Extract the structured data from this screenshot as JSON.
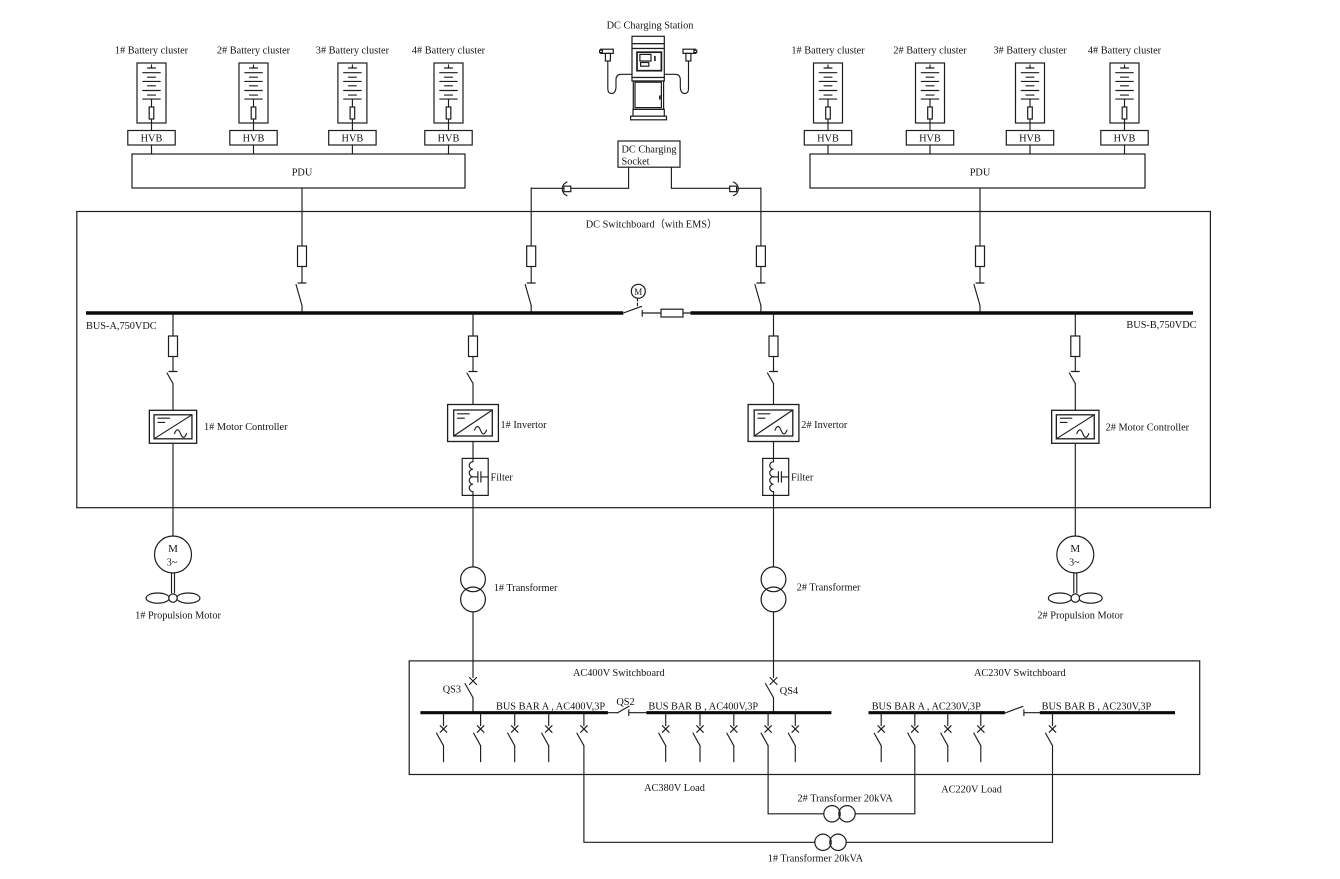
{
  "charging_station": {
    "title": "DC Charging Station"
  },
  "charging_socket": {
    "line1": "DC Charging",
    "line2": "Socket"
  },
  "battery_groups": {
    "hvb_label": "HVB",
    "left": {
      "clusters": [
        "1# Battery cluster",
        "2# Battery cluster",
        "3# Battery cluster",
        "4# Battery cluster"
      ],
      "pdu_label": "PDU"
    },
    "right": {
      "clusters": [
        "1# Battery cluster",
        "2# Battery cluster",
        "3# Battery cluster",
        "4# Battery cluster"
      ],
      "pdu_label": "PDU"
    }
  },
  "dc_switchboard": {
    "title": "DC Switchboard（with EMS）",
    "bus_a_label": "BUS-A,750VDC",
    "bus_b_label": "BUS-B,750VDC",
    "bus_tie_motor_symbol": "M",
    "devices": {
      "motor_controller_1": "1# Motor Controller",
      "invertor_1": "1# Invertor",
      "invertor_2": "2# Invertor",
      "motor_controller_2": "2# Motor Controller",
      "filter": "Filter"
    }
  },
  "propulsion": {
    "motor_symbol_line1": "M",
    "motor_symbol_line2": "3~",
    "motor_1_label": "1# Propulsion Motor",
    "motor_2_label": "2# Propulsion Motor"
  },
  "transformers": {
    "transformer_1": "1# Transformer",
    "transformer_2": "2# Transformer"
  },
  "ac_switchboard": {
    "ac400_title": "AC400V Switchboard",
    "ac230_title": "AC230V Switchboard",
    "qs3_label": "QS3",
    "qs4_label": "QS4",
    "qs2_label": "QS2",
    "busbar_a_400": "BUS BAR A , AC400V,3P",
    "busbar_b_400": "BUS BAR B , AC400V,3P",
    "busbar_a_230": "BUS BAR A , AC230V,3P",
    "busbar_b_230": "BUS BAR B , AC230V,3P",
    "load_380": "AC380V Load",
    "load_220": "AC220V Load",
    "transformer_2_20kva": "2# Transformer 20kVA",
    "transformer_1_20kva": "1# Transformer 20kVA"
  },
  "colors": {
    "line": "#1d1d1d",
    "background": "#ffffff"
  }
}
